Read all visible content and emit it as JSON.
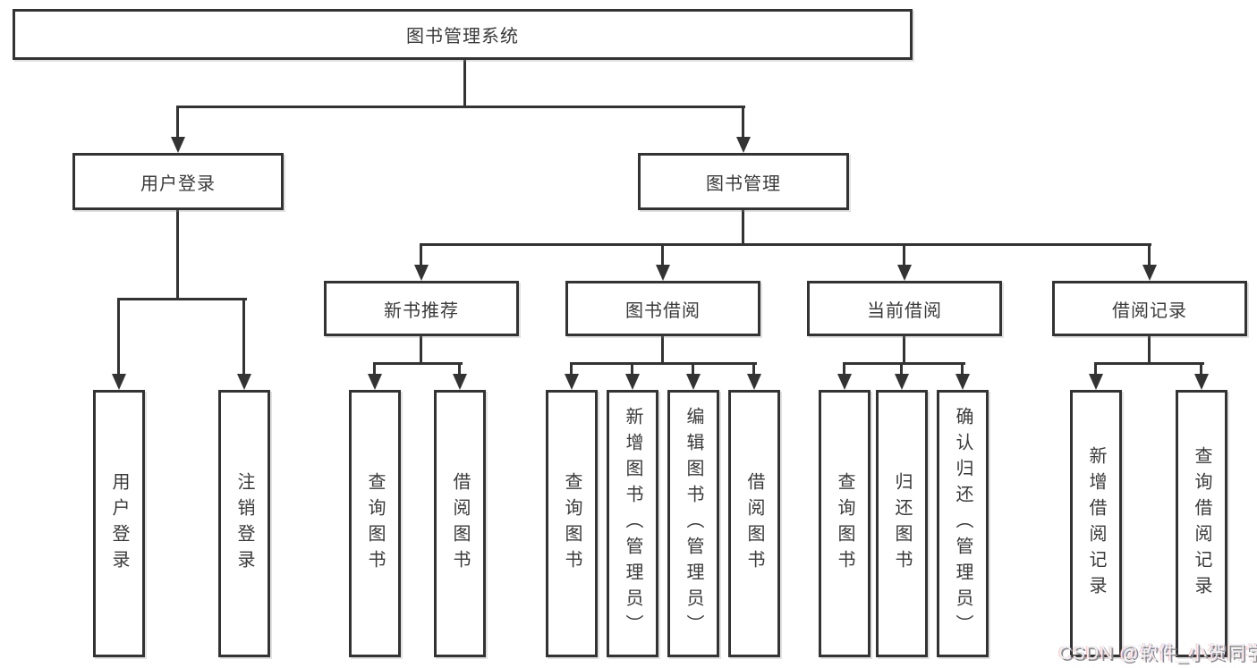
{
  "tree": {
    "root": {
      "label": "图书管理系统"
    },
    "branches": [
      {
        "label": "用户登录",
        "children": [
          {
            "label": "用户登录"
          },
          {
            "label": "注销登录"
          }
        ]
      },
      {
        "label": "图书管理",
        "children": [
          {
            "label": "新书推荐",
            "children": [
              {
                "label": "查询图书"
              },
              {
                "label": "借阅图书"
              }
            ]
          },
          {
            "label": "图书借阅",
            "children": [
              {
                "label": "查询图书"
              },
              {
                "label": "新增图书（管理员）"
              },
              {
                "label": "编辑图书（管理员）"
              },
              {
                "label": "借阅图书"
              }
            ]
          },
          {
            "label": "当前借阅",
            "children": [
              {
                "label": "查询图书"
              },
              {
                "label": "归还图书"
              },
              {
                "label": "确认归还（管理员）"
              }
            ]
          },
          {
            "label": "借阅记录",
            "children": [
              {
                "label": "新增借阅记录"
              },
              {
                "label": "查询借阅记录"
              }
            ]
          }
        ]
      }
    ]
  },
  "watermark": {
    "text": "CSDN @软件_小贺同学"
  },
  "colors": {
    "line": "#333333",
    "text": "#3a3a3a",
    "background": "#ffffff",
    "watermark_text": "#f2f2f2",
    "watermark_shadow": "#8c8c8c"
  }
}
